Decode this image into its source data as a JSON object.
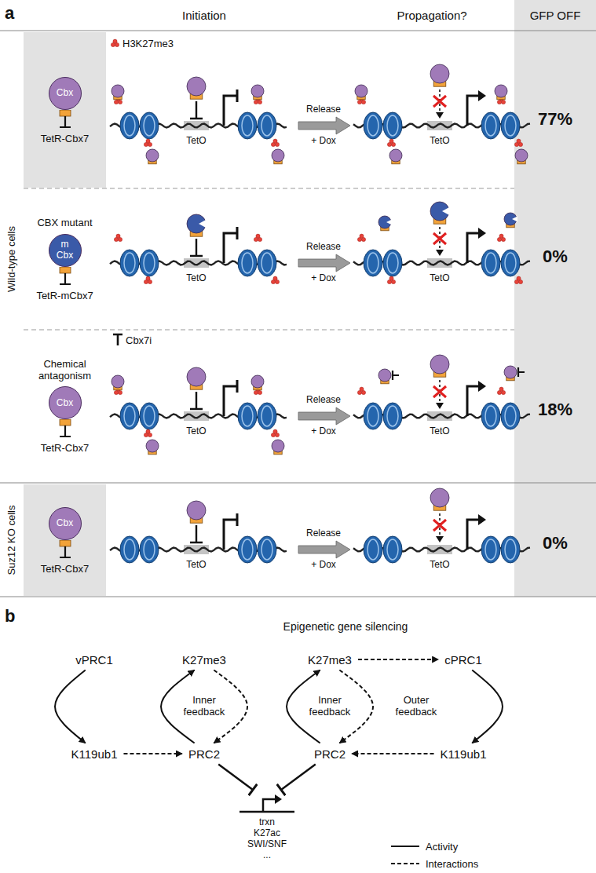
{
  "diagram": {
    "nodes": [
      {
        "text": [
          "TetR-Cbx7"
        ]
      },
      {
        "text": [
          "Cbx"
        ],
        "in": 0
      },
      {
        "text": [
          "CBX mutant",
          "TetR-mCbx7"
        ]
      },
      {
        "text": [
          "m Cbx"
        ],
        "in": 2
      },
      {
        "text": [
          "Chemical antagonism",
          "TetR-Cbx7"
        ]
      },
      {
        "text": [
          "Cbx"
        ],
        "in": 4
      },
      {
        "text": [
          "TetR-Cbx7"
        ]
      },
      {
        "text": [
          "Cbx"
        ],
        "in": 6
      },
      {
        "text": [
          "vPRC1"
        ]
      },
      {
        "text": [
          "K119ub1"
        ]
      },
      {
        "text": [
          "K27me3"
        ]
      },
      {
        "text": [
          "PRC2"
        ]
      },
      {
        "text": [
          "K27me3"
        ]
      },
      {
        "text": [
          "PRC2"
        ]
      },
      {
        "text": [
          "cPRC1"
        ]
      },
      {
        "text": [
          "K119ub1"
        ]
      },
      {
        "text": [
          "trxn",
          "K27ac",
          "SWI/SNF",
          "..."
        ]
      }
    ],
    "edges": [
      {
        "from": 8,
        "to": 9,
        "arrow": "to"
      },
      {
        "from": 9,
        "to": 11,
        "arrow": "to"
      },
      {
        "from": 11,
        "to": 10,
        "arrow": "to"
      },
      {
        "from": 10,
        "to": 11,
        "arrow": "to"
      },
      {
        "from": 13,
        "to": 12,
        "arrow": "to"
      },
      {
        "from": 12,
        "to": 13,
        "arrow": "to"
      },
      {
        "from": 12,
        "to": 14,
        "arrow": "to"
      },
      {
        "from": 14,
        "to": 15,
        "arrow": "to"
      },
      {
        "from": 15,
        "to": 13,
        "arrow": "to"
      },
      {
        "from": 11,
        "to": 16,
        "arrow": "to"
      },
      {
        "from": 13,
        "to": 16,
        "arrow": "to"
      }
    ],
    "labels": [
      "a",
      "Initiation",
      "Propagation?",
      "GFP OFF",
      "Wild-type cells",
      "Suz12 KO cells",
      "TetO",
      "Release",
      "+ Dox",
      "TetO",
      "77%",
      "TetO",
      "Release",
      "+ Dox",
      "TetO",
      "0%",
      "TetO",
      "Release",
      "+ Dox",
      "TetO",
      "18%",
      "TetO",
      "Release",
      "+ Dox",
      "TetO",
      "0%",
      "b",
      "Epigenetic gene silencing",
      "Inner feedback",
      "Inner feedback",
      "Outer feedback"
    ],
    "legend": [
      {
        "text": "H3K27me3"
      },
      {
        "text": "Cbx7i"
      },
      {
        "text": "Activity"
      },
      {
        "text": "Interactions"
      }
    ]
  }
}
